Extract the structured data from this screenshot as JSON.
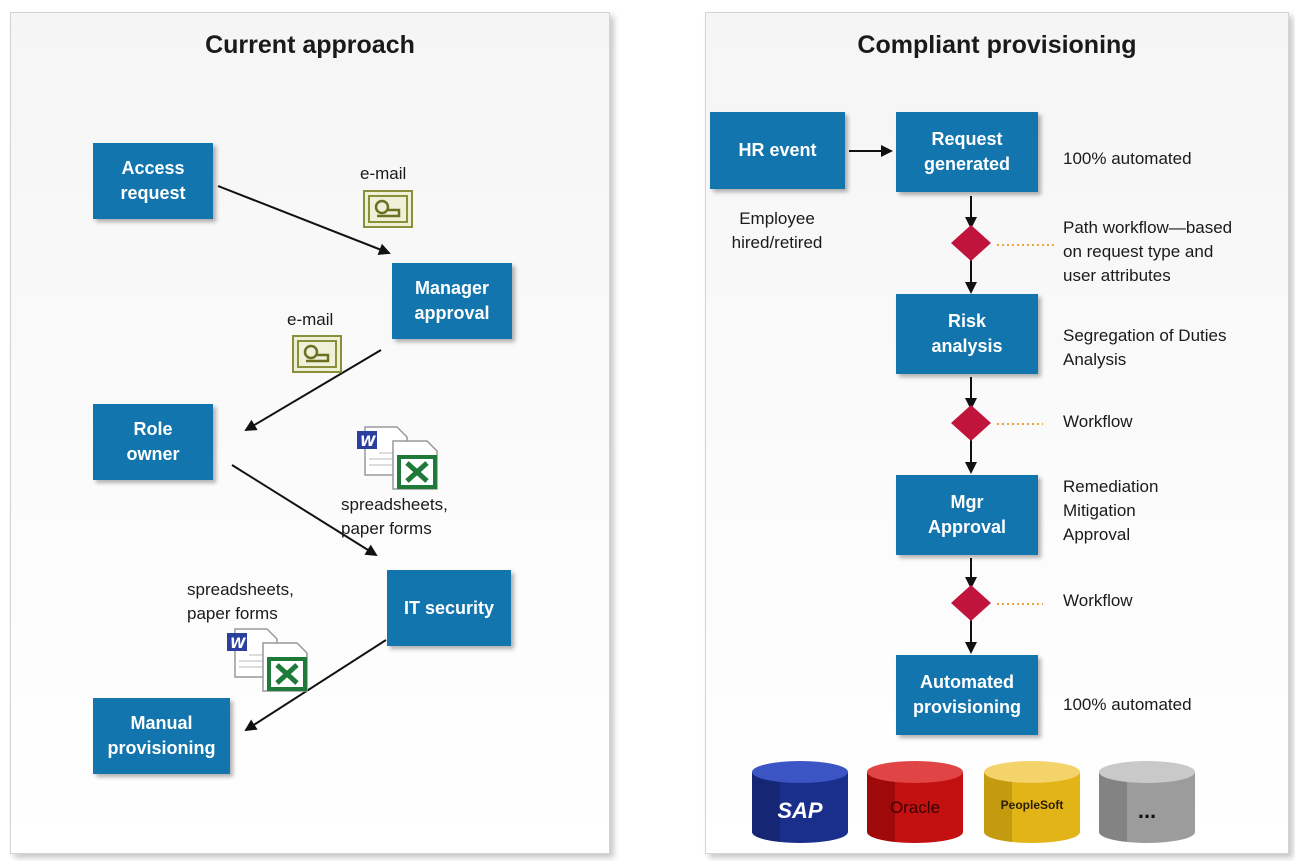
{
  "left": {
    "title": "Current approach",
    "nodes": {
      "access_request": "Access\nrequest",
      "manager_approval": "Manager\napproval",
      "role_owner": "Role\nowner",
      "it_security": "IT security",
      "manual_provisioning": "Manual\nprovisioning"
    },
    "annotations": {
      "email_1": "e-mail",
      "email_2": "e-mail",
      "forms_1": "spreadsheets,\npaper forms",
      "forms_2": "spreadsheets,\npaper forms"
    }
  },
  "right": {
    "title": "Compliant provisioning",
    "nodes": {
      "hr_event": "HR event",
      "request_generated": "Request\ngenerated",
      "risk_analysis": "Risk\nanalysis",
      "mgr_approval": "Mgr\nApproval",
      "automated_provisioning": "Automated\nprovisioning"
    },
    "notes": {
      "employee": "Employee\nhired/retired",
      "automated_1": "100%  automated",
      "path_workflow": "Path workflow—based\non request type and\nuser attributes",
      "sod": "Segregation of Duties\nAnalysis",
      "workflow_1": "Workflow",
      "remediation": "Remediation\nMitigation\nApproval",
      "workflow_2": "Workflow",
      "automated_2": "100%  automated"
    },
    "systems": [
      {
        "label": "SAP",
        "color": "#1a2f8c",
        "text_color": "#ffffff"
      },
      {
        "label": "Oracle",
        "color": "#c31010",
        "text_color": "#3a0000"
      },
      {
        "label": "PeopleSoft",
        "color": "#e3b417",
        "text_color": "#2a1e00"
      },
      {
        "label": "...",
        "color": "#9c9c9c",
        "text_color": "#111111"
      }
    ]
  },
  "colors": {
    "box": "#1275ad",
    "diamond": "#c0143c",
    "dotted": "#e8a33a",
    "email_icon": "#8a8f3a"
  }
}
